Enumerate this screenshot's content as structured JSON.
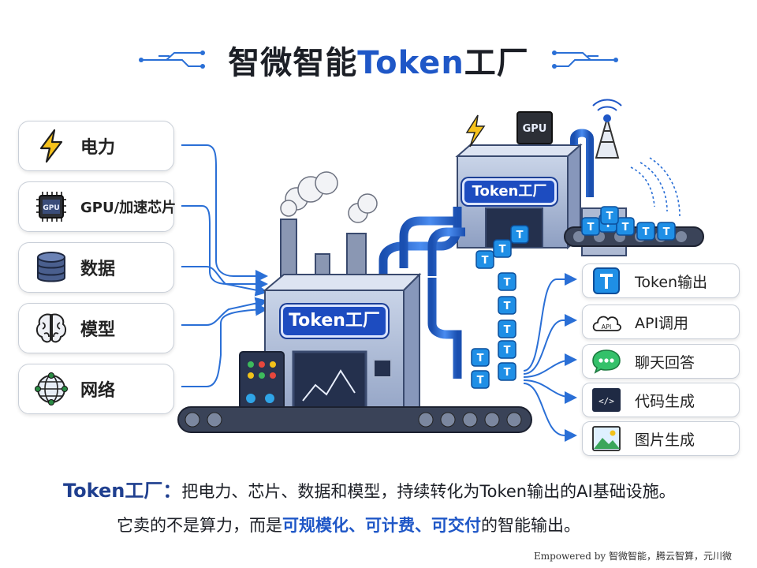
{
  "title": {
    "prefix": "智微智能",
    "accent": "Token",
    "suffix": "工厂"
  },
  "inputs": [
    {
      "label": "电力",
      "icon": "lightning-icon"
    },
    {
      "label": "GPU/加速芯片",
      "icon": "gpu-chip-icon"
    },
    {
      "label": "数据",
      "icon": "database-icon"
    },
    {
      "label": "模型",
      "icon": "brain-icon"
    },
    {
      "label": "网络",
      "icon": "globe-network-icon"
    }
  ],
  "outputs": [
    {
      "label": "Token输出",
      "icon": "token-icon"
    },
    {
      "label": "API调用",
      "icon": "api-cloud-icon",
      "icon_text": "API"
    },
    {
      "label": "聊天回答",
      "icon": "chat-bubble-icon"
    },
    {
      "label": "代码生成",
      "icon": "code-icon",
      "icon_text": "</>"
    },
    {
      "label": "图片生成",
      "icon": "image-icon"
    }
  ],
  "factory": {
    "main_label": "Token工厂",
    "back_label": "Token工厂",
    "gpu_text": "GPU",
    "token_glyph": "T"
  },
  "caption": {
    "line1_key": "Token工厂：",
    "line1_rest": "把电力、芯片、数据和模型，持续转化为Token输出的AI基础设施。",
    "line2_a": "它卖的不是算力，而是",
    "line2_hl": "可规模化、可计费、可交付",
    "line2_b": "的智能输出。"
  },
  "footer": "Empowered by 智微智能，腾云智算，元川微",
  "colors": {
    "brand_blue": "#1f57c7",
    "factory_body": "#b9c6dd",
    "token_blue": "#1f8fe6",
    "arrow_blue": "#2a6fd6"
  }
}
